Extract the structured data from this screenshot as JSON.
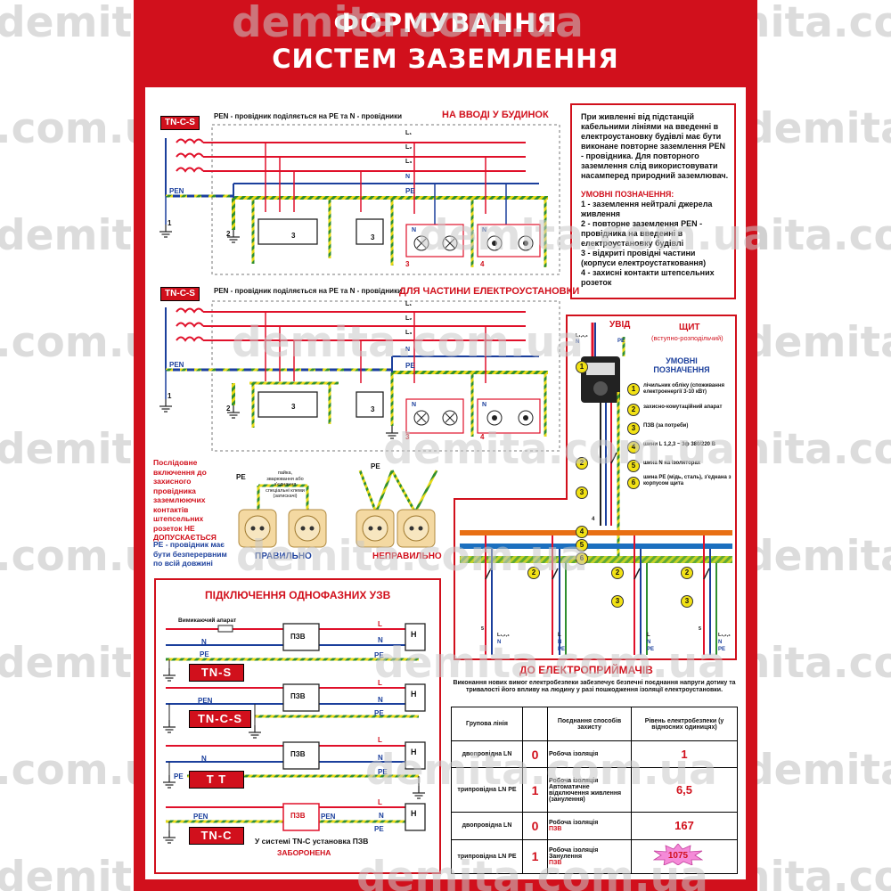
{
  "watermark": "demita.com.ua",
  "title": {
    "line1": "ФОРМУВАННЯ",
    "line2": "СИСТЕМ ЗАЗЕМЛЕННЯ"
  },
  "diagram1": {
    "badge": "TN-C-S",
    "caption": "PEN - провідник поділяється на РЕ та N - провідники",
    "heading": "НА ВВОДІ У БУДИНОК",
    "labels": {
      "l1": "L₁",
      "l2": "L₂",
      "l3": "L₃",
      "n": "N",
      "pe": "PE",
      "pen": "PEN",
      "m1": "1",
      "m2": "2",
      "m3a": "3",
      "m3b": "3",
      "m3c": "3",
      "m4": "4",
      "lampN": "N",
      "lampN2": "N"
    }
  },
  "diagram2": {
    "badge": "TN-C-S",
    "caption": "PEN - провідник поділяється на РЕ та N - провідники",
    "heading": "ДЛЯ ЧАСТИНИ ЕЛЕКТРОУСТАНОВКИ",
    "labels": {
      "l1": "L₁",
      "l2": "L₂",
      "l3": "L₃",
      "n": "N",
      "pe": "PE",
      "pen": "PEN",
      "m1": "1",
      "m2": "2",
      "m3a": "3",
      "m3b": "3",
      "m3c": "3",
      "m4": "4",
      "lampN": "N",
      "lampN2": "N"
    }
  },
  "info": {
    "text": "При живленні від підстанцій кабельними лініями на введенні в електроустановку будівлі має бути виконане повторне заземлення PEN - провідника. Для повторного заземлення слід використовувати насамперед природний заземлювач.",
    "legend_title": "УМОВНІ ПОЗНАЧЕННЯ:",
    "legend": [
      "1 - заземлення нейтралі джерела живлення",
      "2 - повторне заземлення PEN - провідника на введенні в електроустановку будівлі",
      "3 - відкриті провідні частини (корпуси електроустатковання)",
      "4 - захисні контакти штепсельних розеток"
    ]
  },
  "sockets": {
    "warning": "Послідовне включення до захисного провідника заземлюючих контактів штепсельних розеток НЕ ДОПУСКАЄТЬСЯ",
    "pe_note": "РЕ - провідник має бути безперервним по всій довжині",
    "solder_note": "пайка, зварювання або з'єднання спеціальні клеми (затискачі)",
    "pe1": "PE",
    "pe2": "PE",
    "correct": "ПРАВИЛЬНО",
    "wrong": "НЕПРАВИЛЬНО"
  },
  "panel": {
    "input": "УВІД",
    "title": "ЩИТ",
    "subtitle": "(вступно-розподільчий)",
    "legend_title": "УМОВНІ ПОЗНАЧЕННЯ",
    "items": [
      {
        "n": "1",
        "text": "лічильник обліку (споживання електроенергії 3-10 кВт)"
      },
      {
        "n": "2",
        "text": "захисно-комутаційний апарат"
      },
      {
        "n": "3",
        "text": "ПЗВ (за потреби)"
      },
      {
        "n": "4",
        "text": "шини L 1,2,3 ~ 3ф 380/220 В"
      },
      {
        "n": "5",
        "text": "шина N на ізоляторах"
      },
      {
        "n": "6",
        "text": "шина PE (мідь, сталь), з'єднана з корпусом щита"
      }
    ],
    "wires": {
      "l123": "L₁,₂,₃",
      "n": "N",
      "pe": "PE",
      "pen": "PEN",
      "out1": "L₁,₂,₃",
      "out1n": "N",
      "out2": "L",
      "out2n": "N",
      "out2pe": "PE",
      "out3": "L",
      "out3n": "N",
      "out3pe": "PE",
      "out4": "L₁,₂,₃",
      "out4n": "N",
      "out4pe": "PE",
      "m5a": "5",
      "m5b": "5",
      "m4": "4"
    }
  },
  "rcd": {
    "title": "ПІДКЛЮЧЕННЯ ОДНОФАЗНИХ УЗВ",
    "switch_label": "Вимикаючий апарат",
    "rows": [
      {
        "system": "TN-S",
        "l": "L",
        "n": "N",
        "pe": "PE",
        "pe2": "PE",
        "pe_in": "PE",
        "box": "ПЗВ",
        "load": "H"
      },
      {
        "system": "TN-C-S",
        "l": "L",
        "n": "N",
        "pe": "PE",
        "pe2": "PE",
        "pe_in": "PEN",
        "box": "ПЗВ",
        "load": "H"
      },
      {
        "system": "T T",
        "l": "L",
        "n": "N",
        "pe": "PE",
        "pe2": "PE",
        "pe_in": "PE",
        "box": "ПЗВ",
        "load": "H"
      },
      {
        "system": "TN-C",
        "l": "L",
        "n": "N",
        "pe": "PE",
        "pe2": "PEN",
        "pe_in": "PEN",
        "box": "ПЗВ",
        "load": "H"
      }
    ],
    "forbidden": "У системі TN-C установка ПЗВ",
    "forbidden2": "ЗАБОРОНЕНА"
  },
  "consumers": {
    "title": "ДО ЕЛЕКТРОПРИЙМАЧІВ",
    "note": "Виконання нових вимог електробезпеки забезпечує безпечні поєднання напруги дотику та тривалості його впливу на людину у разі пошкодження ізоляції електроустановки.",
    "headers": [
      "Групова лінія",
      "",
      "Поєднання способів захисту",
      "Рівень електробезпеки (у відносних одиницях)"
    ],
    "rows": [
      {
        "line": "двопровідна LN",
        "n": "0",
        "protection": "Робоча ізоляція",
        "level": "1"
      },
      {
        "line": "трипровідна LN PE",
        "n": "1",
        "protection": "Робоча ізоляція Автоматичне відключення живлення (занулення)",
        "level": "6,5"
      },
      {
        "line": "двопровідна LN",
        "n": "0",
        "protection": "Робоча ізоляція",
        "protection2": "ПЗВ",
        "level": "167"
      },
      {
        "line": "трипровідна LN PE",
        "n": "1",
        "protection": "Робоча ізоляція Занулення",
        "protection2": "ПЗВ",
        "level": "1075"
      }
    ]
  },
  "colors": {
    "frame": "#d1101c",
    "phase": "#e0102a",
    "neutral": "#1b3f9c",
    "pe_stripe": "#2f8f2f",
    "pe_yellow": "#e9d916",
    "badge_bg": "#d1101c"
  }
}
